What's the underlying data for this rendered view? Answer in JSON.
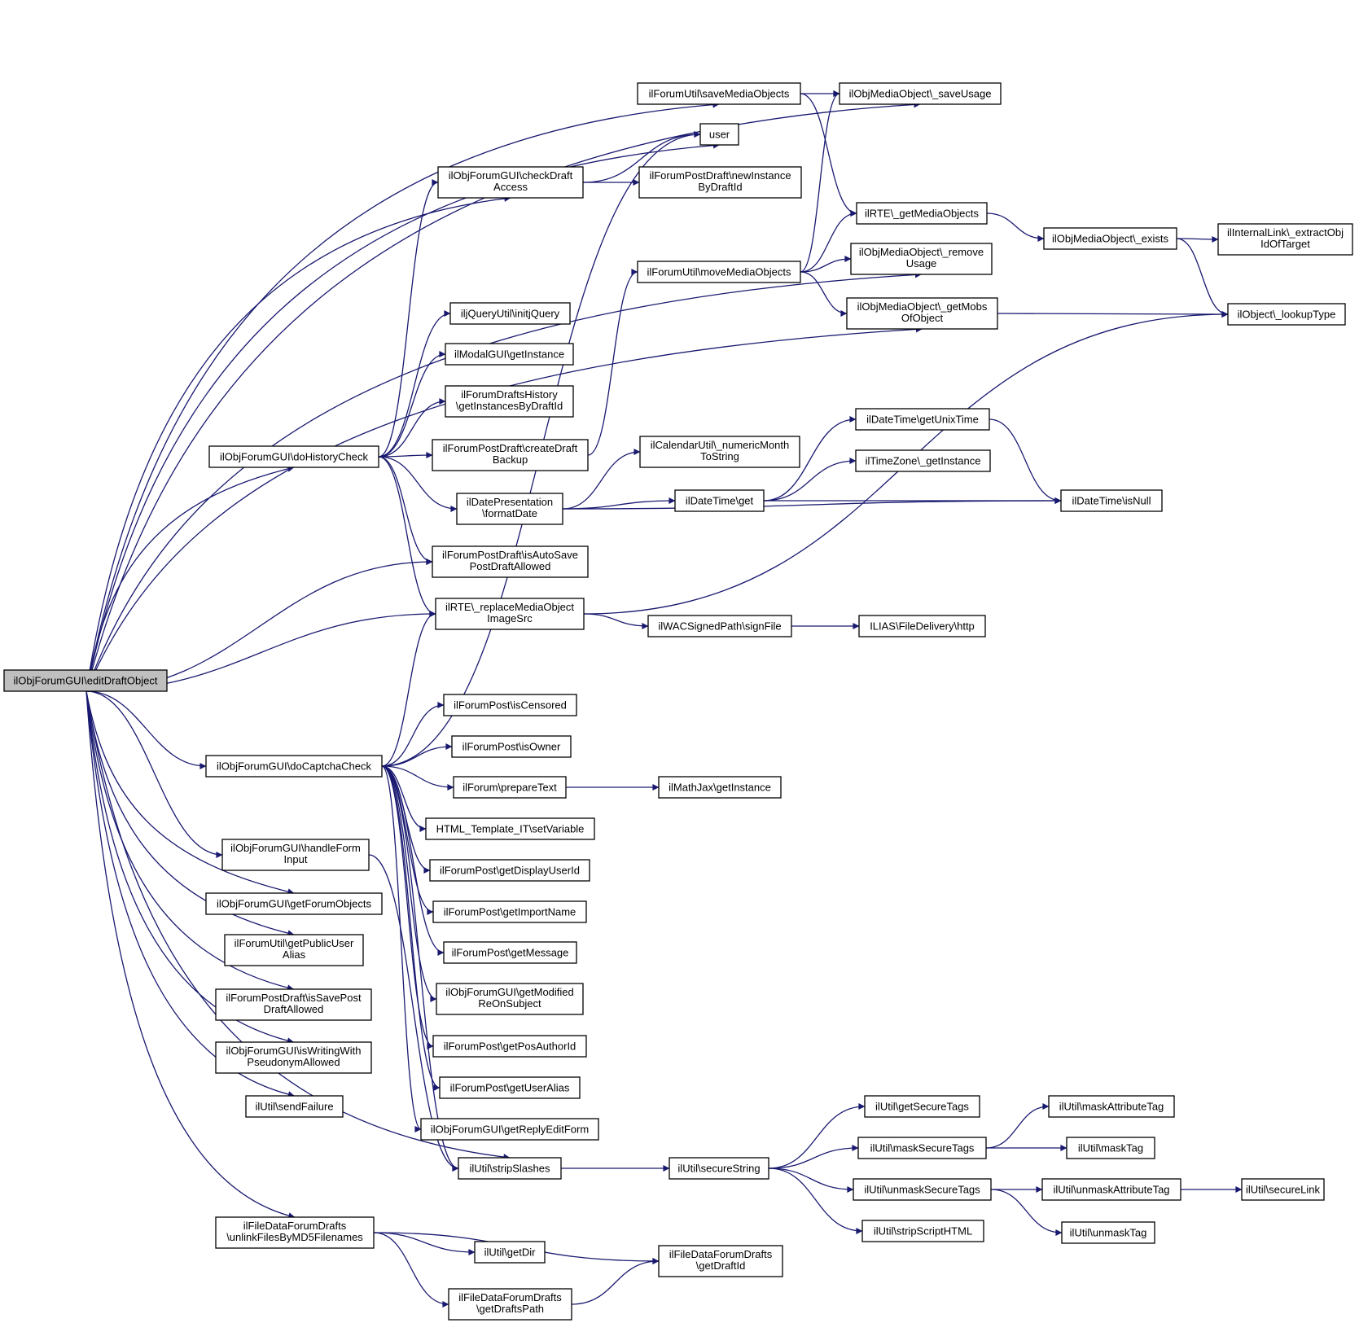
{
  "root": "editDraftObject",
  "colors": {
    "edge": "#191970",
    "node_border": "#000000",
    "root_fill": "#bfbfbf",
    "node_fill": "#ffffff"
  },
  "nodes": {
    "editDraftObject": [
      "ilObjForumGUI\\editDraftObject"
    ],
    "saveUsage": [
      "ilObjMediaObject\\_saveUsage"
    ],
    "saveMediaObjects": [
      "ilForumUtil\\saveMediaObjects"
    ],
    "user": [
      "user"
    ],
    "checkDraftAccess": [
      "ilObjForumGUI\\checkDraft",
      "Access"
    ],
    "newInstanceByDraftId": [
      "ilForumPostDraft\\newInstance",
      "ByDraftId"
    ],
    "getMediaObjects": [
      "ilRTE\\_getMediaObjects"
    ],
    "exists": [
      "ilObjMediaObject\\_exists"
    ],
    "extractObjIdOfTarget": [
      "ilInternalLink\\_extractObj",
      "IdOfTarget"
    ],
    "removeUsage": [
      "ilObjMediaObject\\_remove",
      "Usage"
    ],
    "moveMediaObjects": [
      "ilForumUtil\\moveMediaObjects"
    ],
    "getMobsOfObject": [
      "ilObjMediaObject\\_getMobs",
      "OfObject"
    ],
    "lookupType": [
      "ilObject\\_lookupType"
    ],
    "initjQuery": [
      "iljQueryUtil\\initjQuery"
    ],
    "modalGetInstance": [
      "ilModalGUI\\getInstance"
    ],
    "getInstancesByDraftId": [
      "ilForumDraftsHistory",
      "\\getInstancesByDraftId"
    ],
    "doHistoryCheck": [
      "ilObjForumGUI\\doHistoryCheck"
    ],
    "createDraftBackup": [
      "ilForumPostDraft\\createDraft",
      "Backup"
    ],
    "numericMonthToString": [
      "ilCalendarUtil\\_numericMonth",
      "ToString"
    ],
    "getUnixTime": [
      "ilDateTime\\getUnixTime"
    ],
    "tzGetInstance": [
      "ilTimeZone\\_getInstance"
    ],
    "formatDate": [
      "ilDatePresentation",
      "\\formatDate"
    ],
    "dtGet": [
      "ilDateTime\\get"
    ],
    "isNull": [
      "ilDateTime\\isNull"
    ],
    "isAutoSave": [
      "ilForumPostDraft\\isAutoSave",
      "PostDraftAllowed"
    ],
    "replaceMediaObjectImageSrc": [
      "ilRTE\\_replaceMediaObject",
      "ImageSrc"
    ],
    "signFile": [
      "ilWACSignedPath\\signFile"
    ],
    "http": [
      "ILIAS\\FileDelivery\\http"
    ],
    "isCensored": [
      "ilForumPost\\isCensored"
    ],
    "isOwner": [
      "ilForumPost\\isOwner"
    ],
    "doCaptchaCheck": [
      "ilObjForumGUI\\doCaptchaCheck"
    ],
    "prepareText": [
      "ilForum\\prepareText"
    ],
    "mathJax": [
      "ilMathJax\\getInstance"
    ],
    "setVariable": [
      "HTML_Template_IT\\setVariable"
    ],
    "handleFormInput": [
      "ilObjForumGUI\\handleForm",
      "Input"
    ],
    "getDisplayUserId": [
      "ilForumPost\\getDisplayUserId"
    ],
    "getForumObjects": [
      "ilObjForumGUI\\getForumObjects"
    ],
    "getImportName": [
      "ilForumPost\\getImportName"
    ],
    "getPublicUserAlias": [
      "ilForumUtil\\getPublicUser",
      "Alias"
    ],
    "getMessage": [
      "ilForumPost\\getMessage"
    ],
    "getModifiedReOnSubject": [
      "ilObjForumGUI\\getModified",
      "ReOnSubject"
    ],
    "isSavePostDraftAllowed": [
      "ilForumPostDraft\\isSavePost",
      "DraftAllowed"
    ],
    "getPosAuthorId": [
      "ilForumPost\\getPosAuthorId"
    ],
    "isWritingWithPseudonym": [
      "ilObjForumGUI\\isWritingWith",
      "PseudonymAllowed"
    ],
    "getUserAlias": [
      "ilForumPost\\getUserAlias"
    ],
    "sendFailure": [
      "ilUtil\\sendFailure"
    ],
    "getSecureTags": [
      "ilUtil\\getSecureTags"
    ],
    "maskAttributeTag": [
      "ilUtil\\maskAttributeTag"
    ],
    "getReplyEditForm": [
      "ilObjForumGUI\\getReplyEditForm"
    ],
    "maskSecureTags": [
      "ilUtil\\maskSecureTags"
    ],
    "maskTag": [
      "ilUtil\\maskTag"
    ],
    "stripSlashes": [
      "ilUtil\\stripSlashes"
    ],
    "secureString": [
      "ilUtil\\secureString"
    ],
    "unmaskSecureTags": [
      "ilUtil\\unmaskSecureTags"
    ],
    "unmaskAttributeTag": [
      "ilUtil\\unmaskAttributeTag"
    ],
    "secureLink": [
      "ilUtil\\secureLink"
    ],
    "unlinkFiles": [
      "ilFileDataForumDrafts",
      "\\unlinkFilesByMD5Filenames"
    ],
    "stripScriptHTML": [
      "ilUtil\\stripScriptHTML"
    ],
    "unmaskTag": [
      "ilUtil\\unmaskTag"
    ],
    "getDir": [
      "ilUtil\\getDir"
    ],
    "getDraftId": [
      "ilFileDataForumDrafts",
      "\\getDraftId"
    ],
    "getDraftsPath": [
      "ilFileDataForumDrafts",
      "\\getDraftsPath"
    ]
  },
  "edges": [
    [
      "editDraftObject",
      "saveUsage"
    ],
    [
      "editDraftObject",
      "saveMediaObjects"
    ],
    [
      "editDraftObject",
      "user"
    ],
    [
      "editDraftObject",
      "checkDraftAccess"
    ],
    [
      "editDraftObject",
      "removeUsage"
    ],
    [
      "editDraftObject",
      "getMobsOfObject"
    ],
    [
      "editDraftObject",
      "doHistoryCheck"
    ],
    [
      "editDraftObject",
      "isAutoSave"
    ],
    [
      "editDraftObject",
      "replaceMediaObjectImageSrc"
    ],
    [
      "editDraftObject",
      "doCaptchaCheck"
    ],
    [
      "editDraftObject",
      "handleFormInput"
    ],
    [
      "editDraftObject",
      "getForumObjects"
    ],
    [
      "editDraftObject",
      "getPublicUserAlias"
    ],
    [
      "editDraftObject",
      "isSavePostDraftAllowed"
    ],
    [
      "editDraftObject",
      "isWritingWithPseudonym"
    ],
    [
      "editDraftObject",
      "sendFailure"
    ],
    [
      "editDraftObject",
      "unlinkFiles"
    ],
    [
      "editDraftObject",
      "stripSlashes"
    ],
    [
      "saveMediaObjects",
      "saveUsage"
    ],
    [
      "saveMediaObjects",
      "getMediaObjects"
    ],
    [
      "checkDraftAccess",
      "user"
    ],
    [
      "checkDraftAccess",
      "newInstanceByDraftId"
    ],
    [
      "getMediaObjects",
      "exists"
    ],
    [
      "exists",
      "extractObjIdOfTarget"
    ],
    [
      "exists",
      "lookupType"
    ],
    [
      "moveMediaObjects",
      "saveUsage"
    ],
    [
      "moveMediaObjects",
      "getMediaObjects"
    ],
    [
      "moveMediaObjects",
      "removeUsage"
    ],
    [
      "moveMediaObjects",
      "getMobsOfObject"
    ],
    [
      "getMobsOfObject",
      "lookupType"
    ],
    [
      "doHistoryCheck",
      "checkDraftAccess"
    ],
    [
      "doHistoryCheck",
      "initjQuery"
    ],
    [
      "doHistoryCheck",
      "modalGetInstance"
    ],
    [
      "doHistoryCheck",
      "getInstancesByDraftId"
    ],
    [
      "doHistoryCheck",
      "createDraftBackup"
    ],
    [
      "doHistoryCheck",
      "formatDate"
    ],
    [
      "doHistoryCheck",
      "isAutoSave"
    ],
    [
      "doHistoryCheck",
      "replaceMediaObjectImageSrc"
    ],
    [
      "createDraftBackup",
      "moveMediaObjects"
    ],
    [
      "formatDate",
      "numericMonthToString"
    ],
    [
      "formatDate",
      "dtGet"
    ],
    [
      "formatDate",
      "isNull"
    ],
    [
      "dtGet",
      "getUnixTime"
    ],
    [
      "dtGet",
      "tzGetInstance"
    ],
    [
      "dtGet",
      "isNull"
    ],
    [
      "getUnixTime",
      "isNull"
    ],
    [
      "replaceMediaObjectImageSrc",
      "lookupType"
    ],
    [
      "replaceMediaObjectImageSrc",
      "signFile"
    ],
    [
      "signFile",
      "http"
    ],
    [
      "doCaptchaCheck",
      "user"
    ],
    [
      "doCaptchaCheck",
      "replaceMediaObjectImageSrc"
    ],
    [
      "doCaptchaCheck",
      "isCensored"
    ],
    [
      "doCaptchaCheck",
      "isOwner"
    ],
    [
      "doCaptchaCheck",
      "prepareText"
    ],
    [
      "doCaptchaCheck",
      "setVariable"
    ],
    [
      "doCaptchaCheck",
      "getDisplayUserId"
    ],
    [
      "doCaptchaCheck",
      "getImportName"
    ],
    [
      "doCaptchaCheck",
      "getMessage"
    ],
    [
      "doCaptchaCheck",
      "getModifiedReOnSubject"
    ],
    [
      "doCaptchaCheck",
      "getPosAuthorId"
    ],
    [
      "doCaptchaCheck",
      "getUserAlias"
    ],
    [
      "doCaptchaCheck",
      "getReplyEditForm"
    ],
    [
      "doCaptchaCheck",
      "stripSlashes"
    ],
    [
      "prepareText",
      "mathJax"
    ],
    [
      "handleFormInput",
      "stripSlashes"
    ],
    [
      "stripSlashes",
      "secureString"
    ],
    [
      "secureString",
      "getSecureTags"
    ],
    [
      "secureString",
      "maskSecureTags"
    ],
    [
      "secureString",
      "unmaskSecureTags"
    ],
    [
      "secureString",
      "stripScriptHTML"
    ],
    [
      "maskSecureTags",
      "maskAttributeTag"
    ],
    [
      "maskSecureTags",
      "maskTag"
    ],
    [
      "unmaskSecureTags",
      "unmaskAttributeTag"
    ],
    [
      "unmaskSecureTags",
      "unmaskTag"
    ],
    [
      "unmaskAttributeTag",
      "secureLink"
    ],
    [
      "unlinkFiles",
      "getDraftId"
    ],
    [
      "unlinkFiles",
      "getDir"
    ],
    [
      "unlinkFiles",
      "getDraftsPath"
    ],
    [
      "getDraftsPath",
      "getDraftId"
    ]
  ]
}
